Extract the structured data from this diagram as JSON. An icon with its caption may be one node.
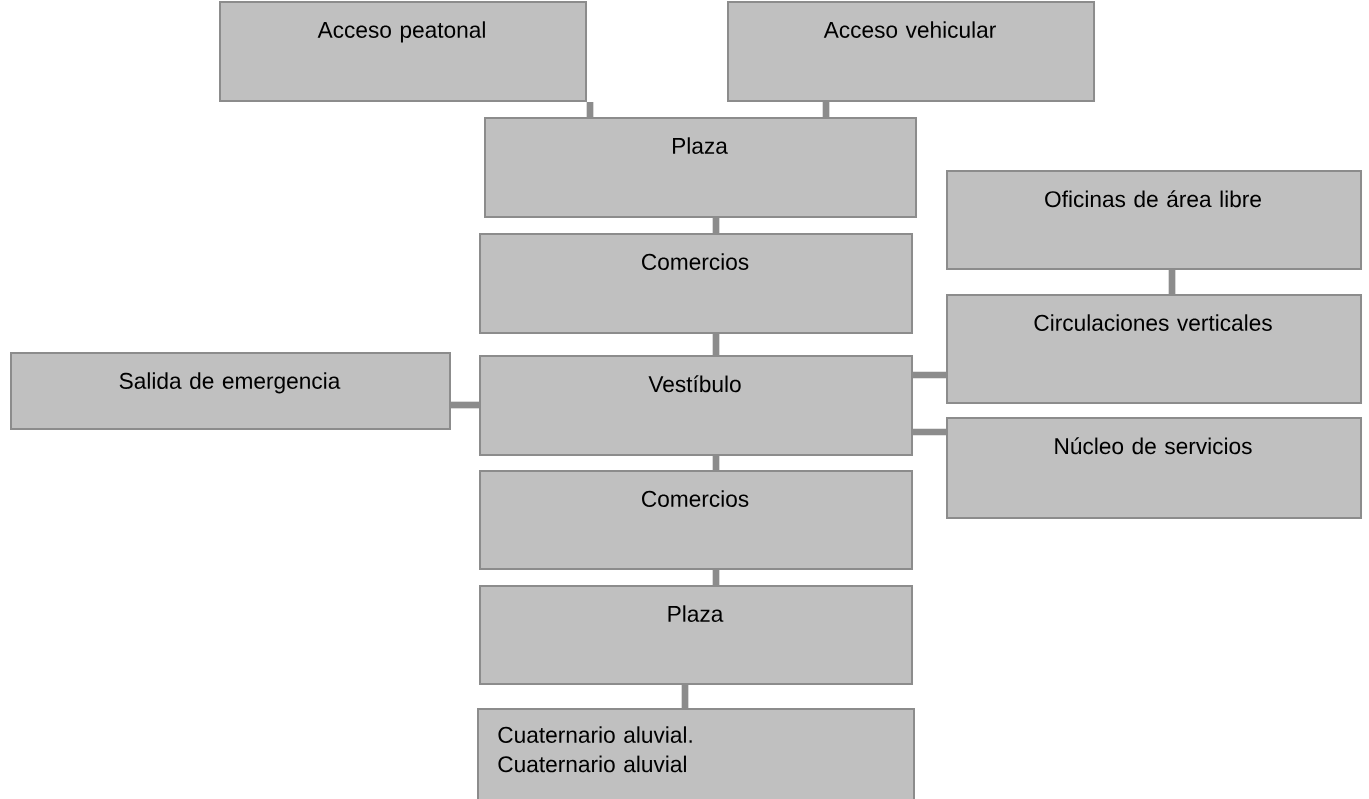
{
  "diagram": {
    "nodes": [
      {
        "text": [
          "Acceso peatonal"
        ]
      },
      {
        "text": [
          "Acceso vehicular"
        ]
      },
      {
        "text": [
          "Plaza"
        ]
      },
      {
        "text": [
          "Oficinas de área libre"
        ]
      },
      {
        "text": [
          "Comercios"
        ]
      },
      {
        "text": [
          "Circulaciones verticales"
        ]
      },
      {
        "text": [
          "Salida de emergencia"
        ]
      },
      {
        "text": [
          "Vestíbulo"
        ]
      },
      {
        "text": [
          "Núcleo de servicios"
        ]
      },
      {
        "text": [
          "Comercios"
        ]
      },
      {
        "text": [
          "Plaza"
        ]
      },
      {
        "text": [
          "Cuaternario aluvial. Cuaternario aluvial"
        ]
      }
    ],
    "edges": [
      {
        "from": 0,
        "to": 2,
        "arrow": "none"
      },
      {
        "from": 1,
        "to": 2,
        "arrow": "none"
      },
      {
        "from": 2,
        "to": 4,
        "arrow": "none"
      },
      {
        "from": 3,
        "to": 5,
        "arrow": "none"
      },
      {
        "from": 4,
        "to": 7,
        "arrow": "none"
      },
      {
        "from": 6,
        "to": 7,
        "arrow": "none"
      },
      {
        "from": 7,
        "to": 5,
        "arrow": "none"
      },
      {
        "from": 7,
        "to": 8,
        "arrow": "none"
      },
      {
        "from": 7,
        "to": 9,
        "arrow": "none"
      },
      {
        "from": 9,
        "to": 10,
        "arrow": "none"
      },
      {
        "from": 10,
        "to": 11,
        "arrow": "none"
      }
    ]
  }
}
